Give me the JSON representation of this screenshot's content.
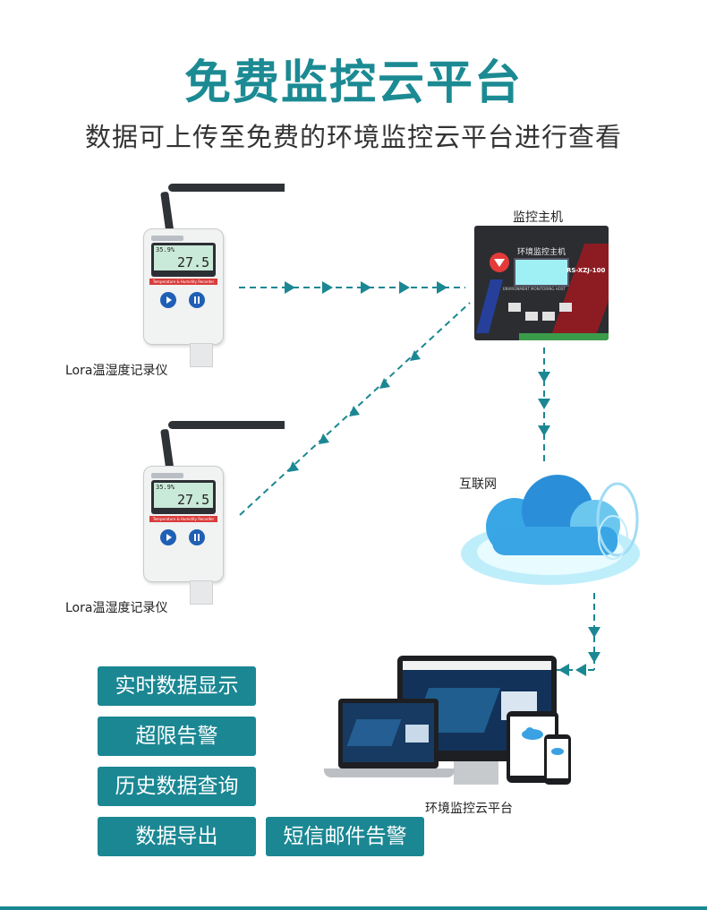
{
  "header": {
    "title": "免费监控云平台",
    "subtitle": "数据可上传至免费的环境监控云平台进行查看"
  },
  "devices": [
    {
      "label": "Lora温湿度记录仪",
      "humidity": "35.9%",
      "temperature": "27.5",
      "caption": "Temperature & Humidity Recorder"
    },
    {
      "label": "Lora温湿度记录仪",
      "humidity": "35.9%",
      "temperature": "27.5",
      "caption": "Temperature & Humidity Recorder"
    }
  ],
  "host": {
    "label": "监控主机",
    "screen_title": "环境监控主机",
    "model": "RS-XZJ-100",
    "panel_text": "ENVIRONMENT MONITORING HOST"
  },
  "internet": {
    "label": "互联网"
  },
  "platform": {
    "label": "环境监控云平台"
  },
  "features": [
    "实时数据显示",
    "超限告警",
    "历史数据查询",
    "数据导出",
    "短信邮件告警"
  ],
  "colors": {
    "accent": "#1b8793",
    "arrow": "#1b8793"
  }
}
